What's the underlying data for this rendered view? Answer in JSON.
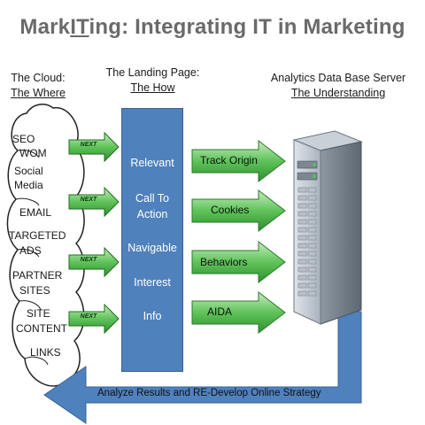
{
  "title": {
    "part1": "Mark",
    "part2": "IT",
    "part3": "ing: Integrating IT in Marketing"
  },
  "headers": {
    "cloud": {
      "line1": "The Cloud:",
      "line2": "The Where"
    },
    "landing": {
      "line1": "The Landing Page:",
      "line2": "The How"
    },
    "server": {
      "line1": "Analytics Data Base Server",
      "line2": "The Understanding"
    }
  },
  "cloud_items": [
    "SEO",
    "WOM",
    "Social",
    "Media",
    "EMAIL",
    "TARGETED",
    "ADS",
    "PARTNER",
    "SITES",
    "SITE",
    "CONTENT",
    "LINKS"
  ],
  "next_label": "NEXT",
  "landing_items": [
    "Relevant",
    "Call To",
    "Action",
    "Navigable",
    "Interest",
    "Info"
  ],
  "green_arrows": [
    "Track Origin",
    "Cookies",
    "Behaviors",
    "AIDA"
  ],
  "bottom_arrow": "Analyze Results and RE-Develop Online Strategy",
  "colors": {
    "blue": "#4f81bd",
    "green": "#3fae3f",
    "title": "#6a6a6a"
  }
}
